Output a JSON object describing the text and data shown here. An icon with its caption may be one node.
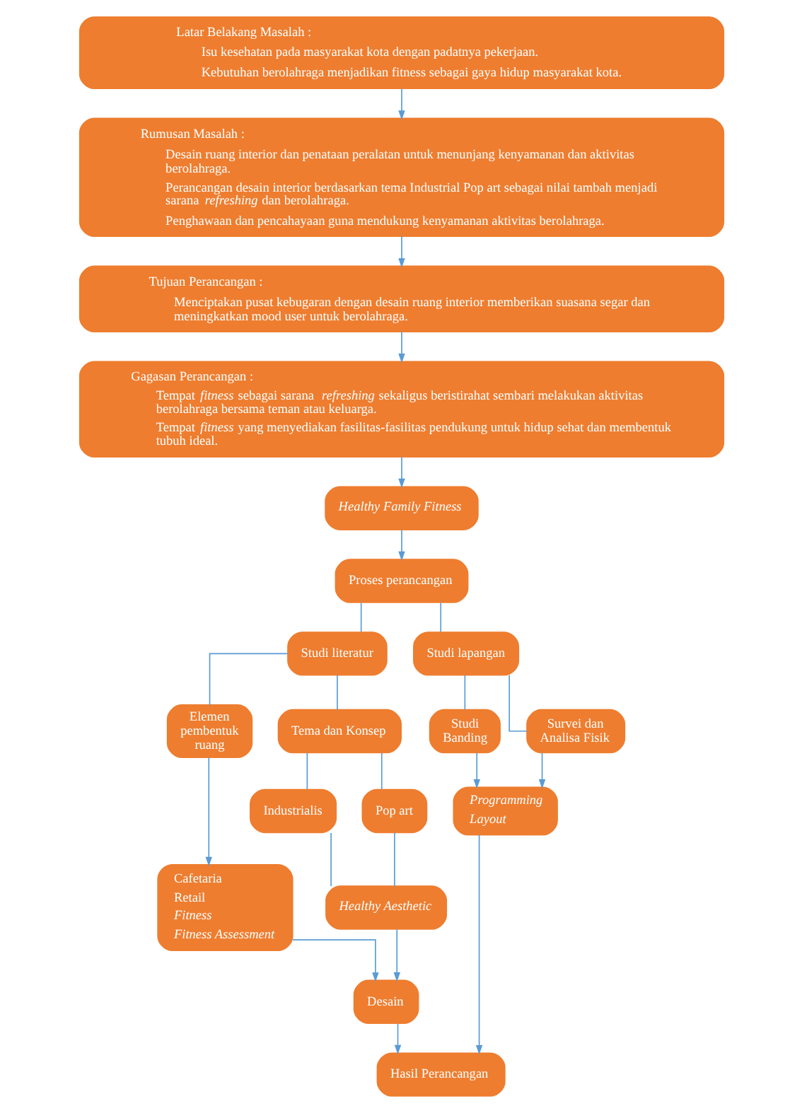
{
  "diagram": {
    "nodes": [
      {
        "text": [
          "Latar Belakang Masalah :",
          "Isu kesehatan pada masyarakat kota dengan padatnya pekerjaan.",
          "Kebutuhan berolahraga menjadikan fitness sebagai gaya hidup masyarakat kota."
        ]
      },
      {
        "text": [
          "Rumusan Masalah :",
          "Desain ruang interior dan penataan peralatan untuk menunjang kenyamanan dan aktivitas berolahraga.",
          "Perancangan desain interior berdasarkan tema Industrial Pop art sebagai nilai tambah menjadi sarana *refreshing* dan berolahraga.",
          "Penghawaan dan pencahayaan guna mendukung kenyamanan aktivitas berolahraga."
        ]
      },
      {
        "text": [
          "Tujuan Perancangan :",
          "Menciptakan pusat kebugaran dengan desain ruang interior memberikan suasana segar dan meningkatkan mood user untuk berolahraga."
        ]
      },
      {
        "text": [
          "Gagasan Perancangan :",
          "Tempat *fitness* sebagai sarana *refreshing* sekaligus beristirahat sembari melakukan aktivitas berolahraga bersama teman atau keluarga.",
          "Tempat *fitness* yang menyediakan fasilitas-fasilitas pendukung untuk hidup sehat dan membentuk tubuh ideal."
        ]
      },
      {
        "text": [
          "Healthy Family Fitness"
        ]
      },
      {
        "text": [
          "Proses perancangan"
        ]
      },
      {
        "text": [
          "Studi literatur"
        ]
      },
      {
        "text": [
          "Studi lapangan"
        ]
      },
      {
        "text": [
          "Elemen pembentuk ruang"
        ]
      },
      {
        "text": [
          "Tema dan Konsep"
        ]
      },
      {
        "text": [
          "Cafetaria",
          "Retail",
          "Fitness",
          "Fitness Assessment"
        ]
      },
      {
        "text": [
          "Industrialis"
        ]
      },
      {
        "text": [
          "Pop art"
        ]
      },
      {
        "text": [
          "Healthy Aesthetic"
        ]
      },
      {
        "text": [
          "Desain"
        ]
      },
      {
        "text": [
          "Studi Banding"
        ]
      },
      {
        "text": [
          "Survei dan Analisa Fisik"
        ]
      },
      {
        "text": [
          "Programming",
          "Layout"
        ]
      },
      {
        "text": [
          "Hasil Perancangan"
        ]
      }
    ],
    "edges": [
      {
        "from": 0,
        "to": 1,
        "arrow": "to"
      },
      {
        "from": 1,
        "to": 2,
        "arrow": "to"
      },
      {
        "from": 2,
        "to": 3,
        "arrow": "to"
      },
      {
        "from": 3,
        "to": 4,
        "arrow": "to"
      },
      {
        "from": 4,
        "to": 5,
        "arrow": "to"
      },
      {
        "from": 5,
        "to": 6,
        "arrow": "none"
      },
      {
        "from": 5,
        "to": 7,
        "arrow": "none"
      },
      {
        "from": 6,
        "to": 8,
        "arrow": "none"
      },
      {
        "from": 6,
        "to": 9,
        "arrow": "none"
      },
      {
        "from": 8,
        "to": 10,
        "arrow": "to"
      },
      {
        "from": 9,
        "to": 11,
        "arrow": "none"
      },
      {
        "from": 9,
        "to": 12,
        "arrow": "none"
      },
      {
        "from": 11,
        "to": 13,
        "arrow": "none"
      },
      {
        "from": 12,
        "to": 13,
        "arrow": "none"
      },
      {
        "from": 10,
        "to": 14,
        "arrow": "to"
      },
      {
        "from": 13,
        "to": 14,
        "arrow": "to"
      },
      {
        "from": 7,
        "to": 15,
        "arrow": "none"
      },
      {
        "from": 7,
        "to": 16,
        "arrow": "none"
      },
      {
        "from": 15,
        "to": 17,
        "arrow": "to"
      },
      {
        "from": 16,
        "to": 17,
        "arrow": "to"
      },
      {
        "from": 14,
        "to": 18,
        "arrow": "to"
      },
      {
        "from": 17,
        "to": 18,
        "arrow": "to"
      }
    ]
  }
}
